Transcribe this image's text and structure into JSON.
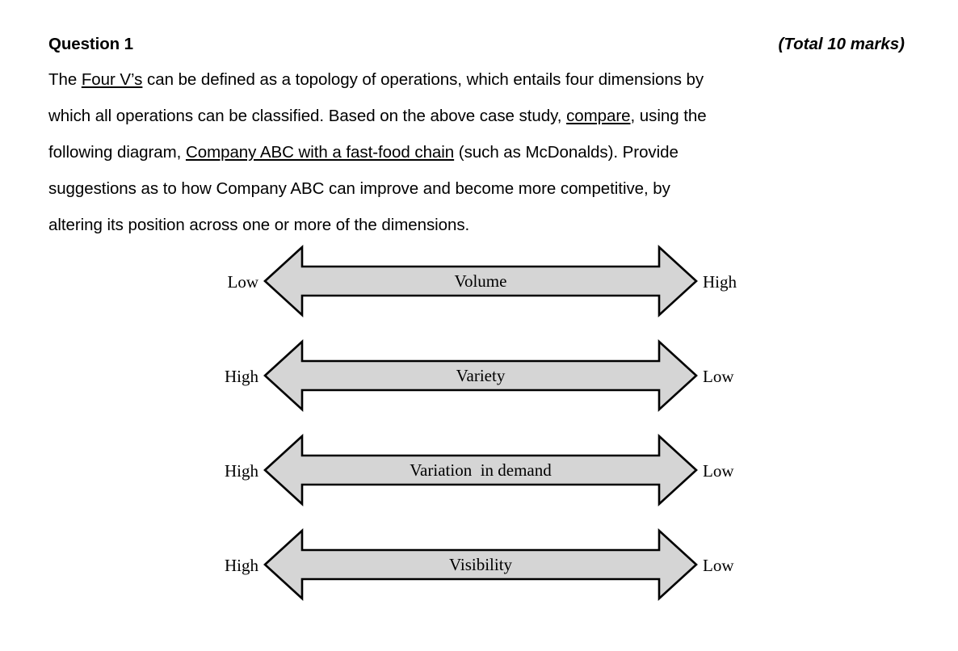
{
  "header": {
    "title": "Question 1",
    "marks": "(Total 10 marks)"
  },
  "body": {
    "line1_a": "The ",
    "line1_u": "Four V’s",
    "line1_b": " can be defined as a topology of operations, which entails four dimensions by",
    "line2_a": "which all operations can be classified. Based on the above case study, ",
    "line2_u": "compare",
    "line2_b": ", using the",
    "line3_a": "following diagram, ",
    "line3_u": "Company ABC with a fast-food chain",
    "line3_b": " (such as McDonalds). Provide",
    "line4": "suggestions as to how Company ABC can improve and become more competitive, by",
    "line5": "altering its position across one or more of the dimensions."
  },
  "diagram": {
    "fill_color": "#d5d5d5",
    "stroke_color": "#000000",
    "rows": [
      {
        "left_label": "Low",
        "center_label": "Volume",
        "right_label": "High"
      },
      {
        "left_label": "High",
        "center_label": "Variety",
        "right_label": "Low"
      },
      {
        "left_label": "High",
        "center_label": "Variation  in demand",
        "right_label": "Low"
      },
      {
        "left_label": "High",
        "center_label": "Visibility",
        "right_label": "Low"
      }
    ]
  }
}
